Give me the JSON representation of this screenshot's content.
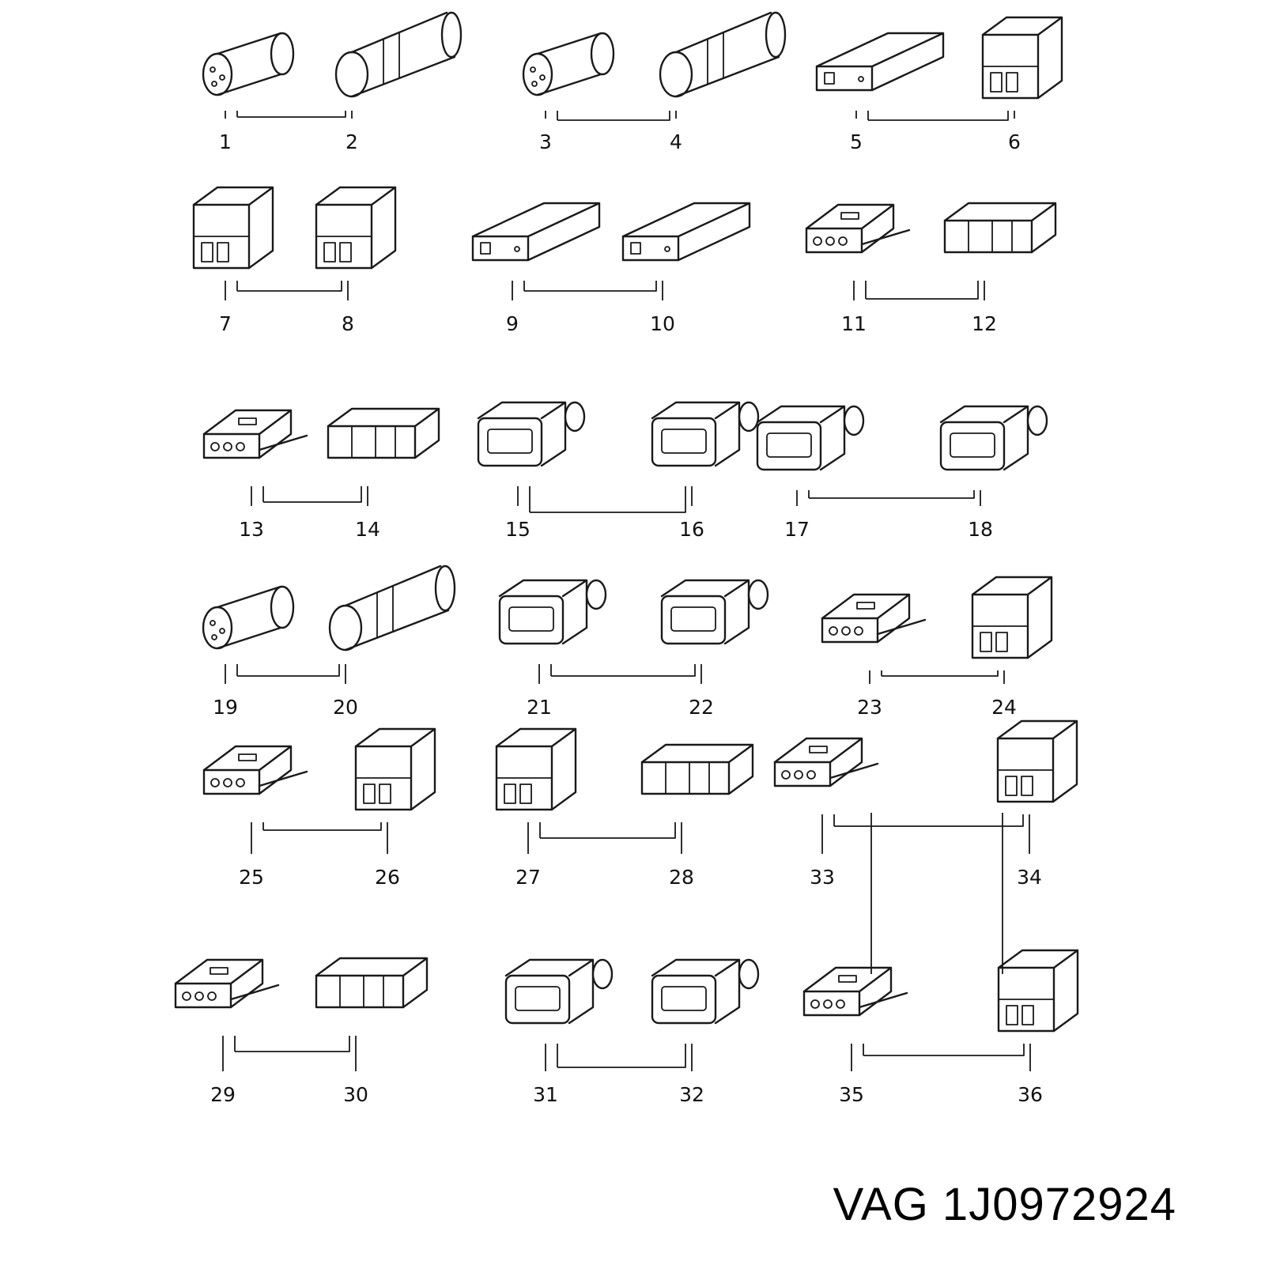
{
  "diagram": {
    "pairs": [
      {
        "a": "1",
        "b": "2",
        "shape_a": "round-plug",
        "shape_b": "round-socket"
      },
      {
        "a": "3",
        "b": "4",
        "shape_a": "round-plug",
        "shape_b": "round-socket"
      },
      {
        "a": "5",
        "b": "6",
        "shape_a": "flat-housing",
        "shape_b": "box-housing"
      },
      {
        "a": "7",
        "b": "8",
        "shape_a": "box-housing",
        "shape_b": "box-housing"
      },
      {
        "a": "9",
        "b": "10",
        "shape_a": "flat-housing",
        "shape_b": "flat-housing"
      },
      {
        "a": "11",
        "b": "12",
        "shape_a": "latch-housing",
        "shape_b": "frame-housing"
      },
      {
        "a": "13",
        "b": "14",
        "shape_a": "latch-housing",
        "shape_b": "frame-housing"
      },
      {
        "a": "15",
        "b": "16",
        "shape_a": "sealed-housing",
        "shape_b": "sealed-housing"
      },
      {
        "a": "17",
        "b": "18",
        "shape_a": "sealed-housing",
        "shape_b": "sealed-housing"
      },
      {
        "a": "19",
        "b": "20",
        "shape_a": "round-plug",
        "shape_b": "round-socket"
      },
      {
        "a": "21",
        "b": "22",
        "shape_a": "sealed-housing",
        "shape_b": "sealed-housing"
      },
      {
        "a": "23",
        "b": "24",
        "shape_a": "latch-housing",
        "shape_b": "box-housing"
      },
      {
        "a": "25",
        "b": "26",
        "shape_a": "latch-housing",
        "shape_b": "box-housing"
      },
      {
        "a": "27",
        "b": "28",
        "shape_a": "box-housing",
        "shape_b": "frame-housing"
      },
      {
        "a": "33",
        "b": "34",
        "shape_a": "latch-housing",
        "shape_b": "box-housing"
      },
      {
        "a": "29",
        "b": "30",
        "shape_a": "latch-housing",
        "shape_b": "frame-housing"
      },
      {
        "a": "31",
        "b": "32",
        "shape_a": "sealed-housing",
        "shape_b": "sealed-housing"
      },
      {
        "a": "35",
        "b": "36",
        "shape_a": "latch-housing",
        "shape_b": "box-housing"
      }
    ],
    "cross_links": [
      {
        "from": "33",
        "to": "35"
      },
      {
        "from": "34",
        "to": "36"
      }
    ]
  },
  "part_number": "VAG 1J0972924",
  "colors": {
    "ink": "#1a1a1a",
    "background": "#ffffff"
  }
}
